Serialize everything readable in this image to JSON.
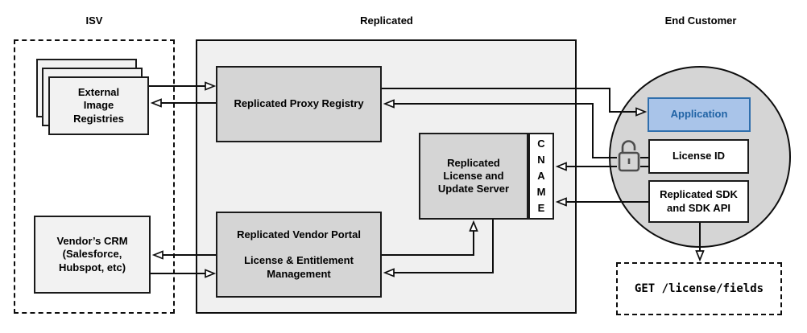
{
  "headers": {
    "isv": "ISV",
    "replicated": "Replicated",
    "end_customer": "End Customer"
  },
  "isv": {
    "external_image_registries": "External\nImage\nRegistries",
    "vendors_crm": "Vendor’s CRM\n(Salesforce,\nHubspot, etc)"
  },
  "replicated": {
    "proxy_registry": "Replicated Proxy Registry",
    "license_update_server": "Replicated\nLicense and\nUpdate Server",
    "cname": "C\nN\nA\nM\nE",
    "vendor_portal_title": "Replicated Vendor Portal",
    "vendor_portal_subtitle": "License & Entitlement\nManagement"
  },
  "end_customer": {
    "application": "Application",
    "license_id": "License ID",
    "sdk": "Replicated SDK\nand SDK API",
    "get_endpoint": "GET /license/fields"
  },
  "icons": {
    "lock": "open-padlock-icon"
  },
  "colors": {
    "panel_gray": "#f0f0f0",
    "box_gray": "#d5d5d5",
    "application_fill": "#a9c4e9",
    "application_border": "#2f6fad",
    "application_text": "#2063a5",
    "line": "#0d0d0d",
    "lock_gray": "#4d4d4d"
  }
}
